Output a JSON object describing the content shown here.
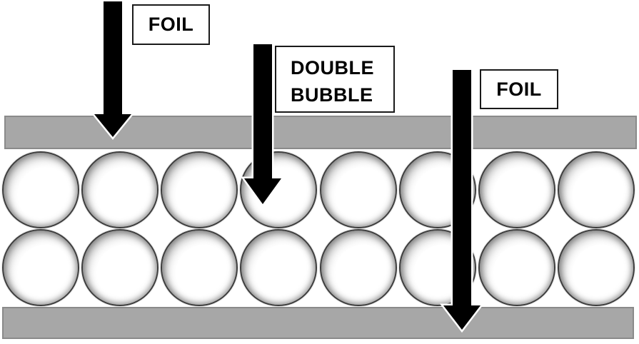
{
  "diagram": {
    "type": "insulation-cross-section",
    "annotations": {
      "foil_top_label": "FOIL",
      "double_bubble_label": "DOUBLE BUBBLE",
      "foil_bottom_label": "FOIL"
    },
    "structure": {
      "layers": [
        "foil",
        "double bubble",
        "foil"
      ],
      "bubble_rows": 2,
      "bubbles_per_row": 8
    },
    "colors": {
      "background": "#ffffff",
      "foil_bar_fill": "#a7a7a7",
      "foil_bar_border": "#8a8a8a",
      "arrow_fill": "#000000",
      "arrow_outline": "#ffffff",
      "bubble_ring": "#3d3d3d",
      "label_border": "#1a1a1a",
      "label_text": "#000000"
    }
  }
}
